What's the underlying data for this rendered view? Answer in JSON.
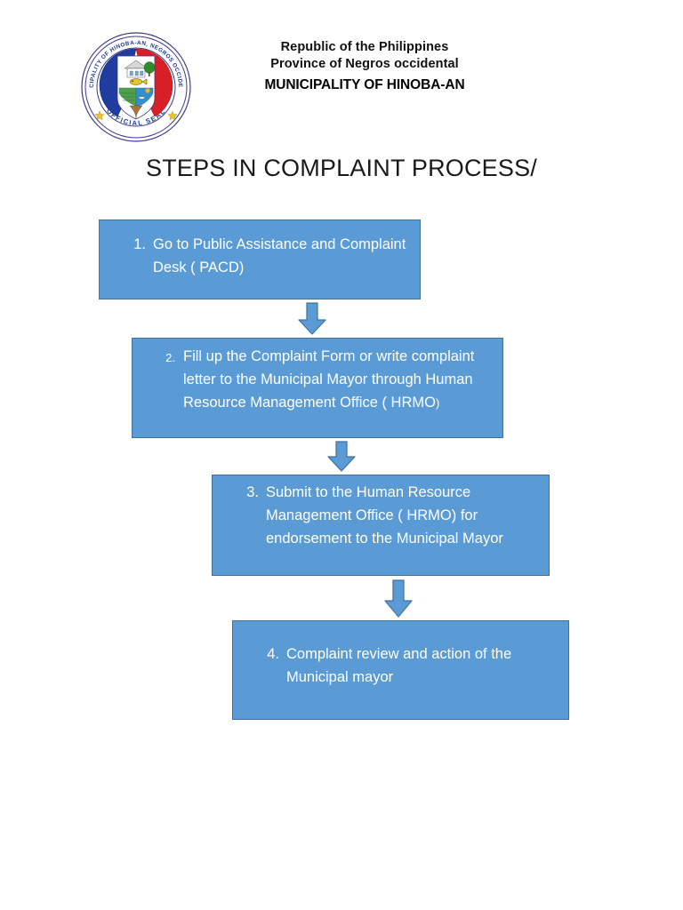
{
  "document": {
    "title": "STEPS IN COMPLAINT PROCESS/"
  },
  "letterhead": {
    "line1": "Republic of the Philippines",
    "line2": "Province of Negros occidental",
    "line3": "MUNICIPALITY OF HINOBA-AN",
    "seal": {
      "name": "municipality-seal",
      "outer_text_top": "MUNICIPALITY OF HINOBA-AN, NEGROS OCCIDENTAL",
      "outer_text_bottom": "OFFICIAL SEAL",
      "colors": {
        "blue": "#1F3C9E",
        "red": "#D81F26",
        "ring": "#3B3B8C",
        "green": "#2E8B2E",
        "water": "#2F8FD0"
      }
    }
  },
  "flow": {
    "box_fill": "#5B9BD5",
    "box_border": "#41719C",
    "arrow_fill": "#5B9BD5",
    "arrow_border": "#41719C",
    "steps": [
      {
        "number": "1.",
        "text": "Go to Public Assistance and Complaint Desk ( PACD)"
      },
      {
        "number": "2.",
        "text_main": "Fill up the Complaint Form or write complaint letter to the Municipal Mayor through Human Resource Management Office ( HRMO",
        "text_tail": ")"
      },
      {
        "number": "3.",
        "text": "Submit to the Human Resource Management Office ( HRMO) for endorsement to the Municipal Mayor"
      },
      {
        "number": "4.",
        "text": "Complaint review and action of the Municipal mayor"
      }
    ],
    "arrows": [
      {
        "name": "arrow-step1-to-step2",
        "direction": "down"
      },
      {
        "name": "arrow-step2-to-step3",
        "direction": "down"
      },
      {
        "name": "arrow-step3-to-step4",
        "direction": "down"
      }
    ]
  }
}
